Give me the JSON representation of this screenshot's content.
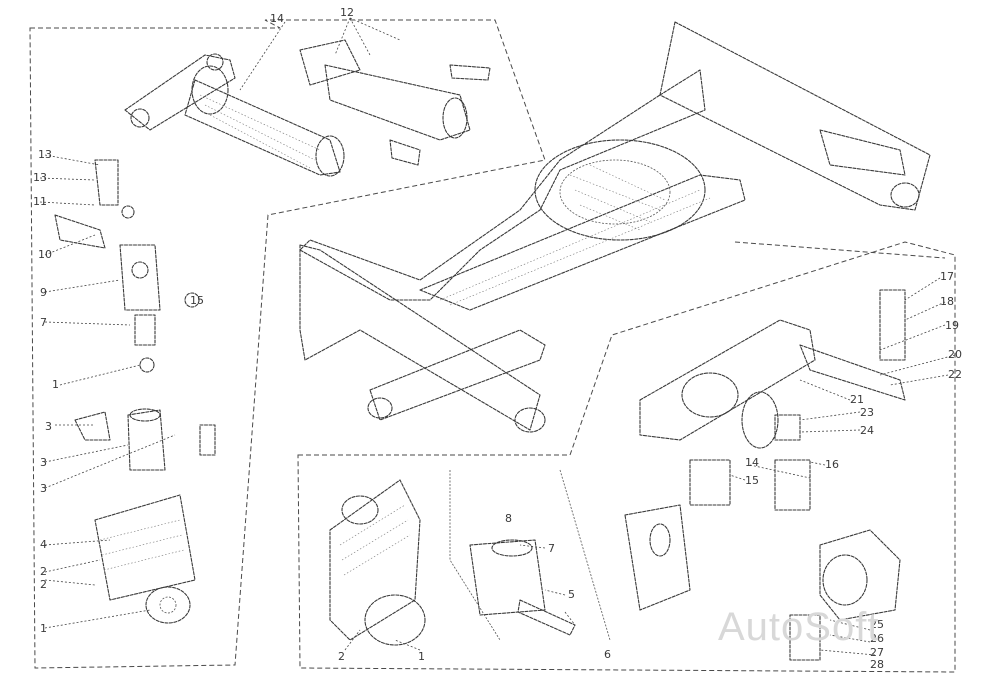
{
  "callouts": {
    "top_a": "14",
    "top_b": "12",
    "left": [
      "13",
      "13",
      "11",
      "10",
      "9",
      "7",
      "1",
      "3",
      "3",
      "3",
      "4",
      "2",
      "2",
      "1"
    ],
    "mid_left": "15",
    "right": [
      "17",
      "18",
      "19",
      "20",
      "22",
      "21",
      "23",
      "24"
    ],
    "bottom_mid": [
      "14",
      "15",
      "16"
    ],
    "bottom_left": [
      "2",
      "1"
    ],
    "bottom_center": [
      "8",
      "7",
      "5",
      "6"
    ],
    "bottom_right": [
      "25",
      "26",
      "27",
      "28"
    ]
  },
  "watermark": "AutoSoft"
}
